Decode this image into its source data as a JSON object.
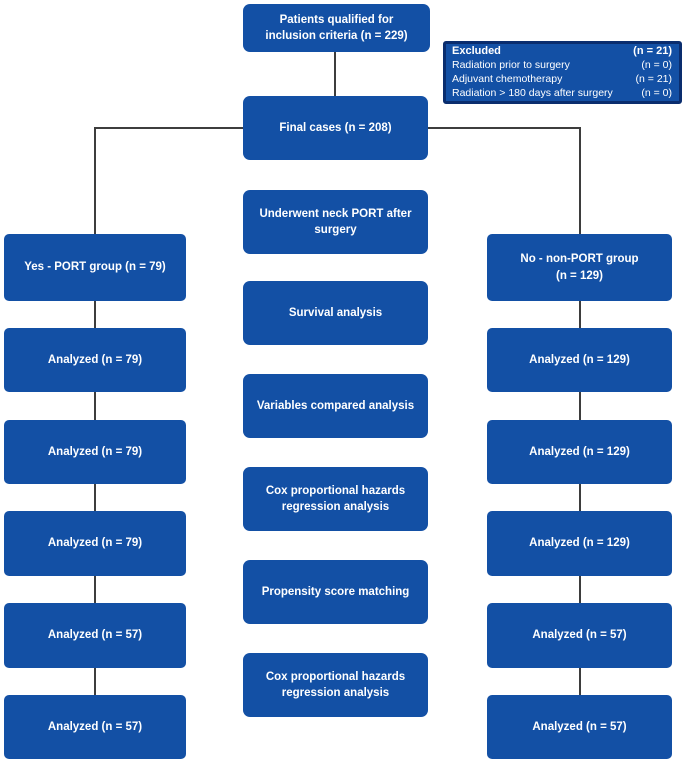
{
  "diagram": {
    "colors": {
      "box_fill": "#1350a5",
      "excluded_border": "#0a2d6e",
      "connector_line": "#3d3d3d",
      "text": "#ffffff"
    },
    "top": {
      "label": "Patients qualified for\ninclusion criteria (n = 229)"
    },
    "excluded": {
      "title": "Excluded",
      "title_count": "(n = 21)",
      "items": [
        {
          "label": "Radiation prior to surgery",
          "count": "(n = 0)"
        },
        {
          "label": "Adjuvant chemotherapy",
          "count": "(n = 21)"
        },
        {
          "label": "Radiation > 180 days after surgery",
          "count": "(n = 0)"
        }
      ]
    },
    "final": {
      "label": "Final cases (n = 208)"
    },
    "center": [
      {
        "label": "Underwent neck PORT after\nsurgery"
      },
      {
        "label": "Survival analysis"
      },
      {
        "label": "Variables compared analysis"
      },
      {
        "label": "Cox proportional hazards\nregression analysis"
      },
      {
        "label": "Propensity score matching"
      },
      {
        "label": "Cox proportional hazards\nregression analysis"
      }
    ],
    "left": [
      {
        "label": "Yes - PORT group (n = 79)"
      },
      {
        "label": "Analyzed (n = 79)"
      },
      {
        "label": "Analyzed (n = 79)"
      },
      {
        "label": "Analyzed (n = 79)"
      },
      {
        "label": "Analyzed (n = 57)"
      },
      {
        "label": "Analyzed (n = 57)"
      }
    ],
    "right": [
      {
        "label": "No - non-PORT group\n(n = 129)"
      },
      {
        "label": "Analyzed (n = 129)"
      },
      {
        "label": "Analyzed (n = 129)"
      },
      {
        "label": "Analyzed (n = 129)"
      },
      {
        "label": "Analyzed (n = 57)"
      },
      {
        "label": "Analyzed (n = 57)"
      }
    ]
  }
}
